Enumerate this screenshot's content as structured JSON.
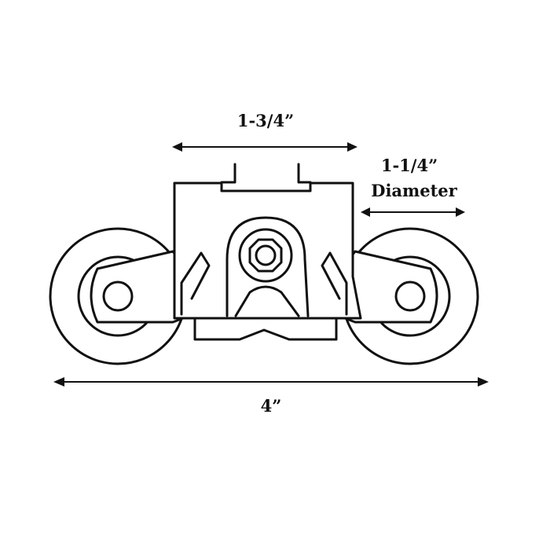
{
  "dimensions": {
    "top_width": "1-3/4”",
    "wheel_size": "1-1/4”",
    "wheel_size_caption": "Diameter",
    "overall_width": "4”"
  },
  "colors": {
    "line": "#111111",
    "background": "#ffffff"
  }
}
